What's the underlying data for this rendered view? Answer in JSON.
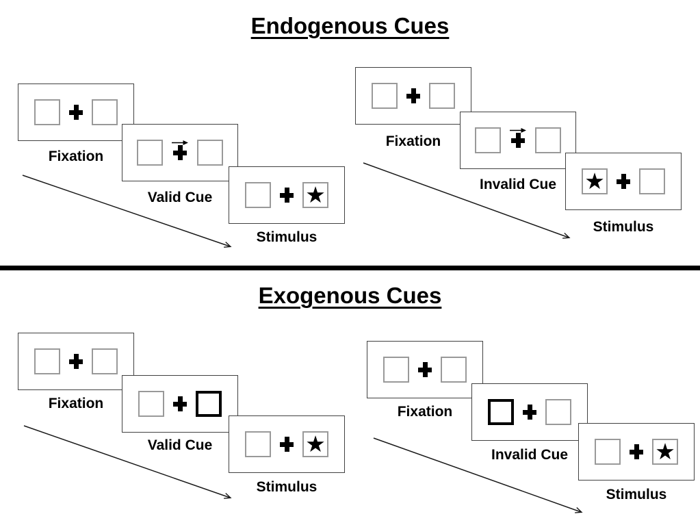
{
  "endogenous": {
    "title": "Endogenous Cues",
    "valid": {
      "fixation": {
        "label": "Fixation",
        "left_box": "",
        "right_box": ""
      },
      "cue": {
        "label": "Valid Cue",
        "left_box": "",
        "right_box": ""
      },
      "stimulus": {
        "label": "Stimulus",
        "left_box": "",
        "right_box": "★"
      }
    },
    "invalid": {
      "fixation": {
        "label": "Fixation",
        "left_box": "",
        "right_box": ""
      },
      "cue": {
        "label": "Invalid Cue",
        "left_box": "",
        "right_box": ""
      },
      "stimulus": {
        "label": "Stimulus",
        "left_box": "★",
        "right_box": ""
      }
    }
  },
  "exogenous": {
    "title": "Exogenous Cues",
    "valid": {
      "fixation": {
        "label": "Fixation",
        "left_box": "",
        "right_box": ""
      },
      "cue": {
        "label": "Valid Cue",
        "left_box": "",
        "right_box": ""
      },
      "stimulus": {
        "label": "Stimulus",
        "left_box": "",
        "right_box": "★"
      }
    },
    "invalid": {
      "fixation": {
        "label": "Fixation",
        "left_box": "",
        "right_box": ""
      },
      "cue": {
        "label": "Invalid Cue",
        "left_box": "",
        "right_box": ""
      },
      "stimulus": {
        "label": "Stimulus",
        "left_box": "",
        "right_box": "★"
      }
    }
  },
  "icons": {
    "fixation_cross": "plus-icon",
    "cue_arrow": "right-arrow-icon",
    "target": "star-icon",
    "star_glyph": "★"
  },
  "colors": {
    "background": "#ffffff",
    "panel_border": "#404040",
    "box_border": "#999999",
    "cued_box_border": "#000000",
    "divider": "#000000",
    "text": "#000000"
  }
}
